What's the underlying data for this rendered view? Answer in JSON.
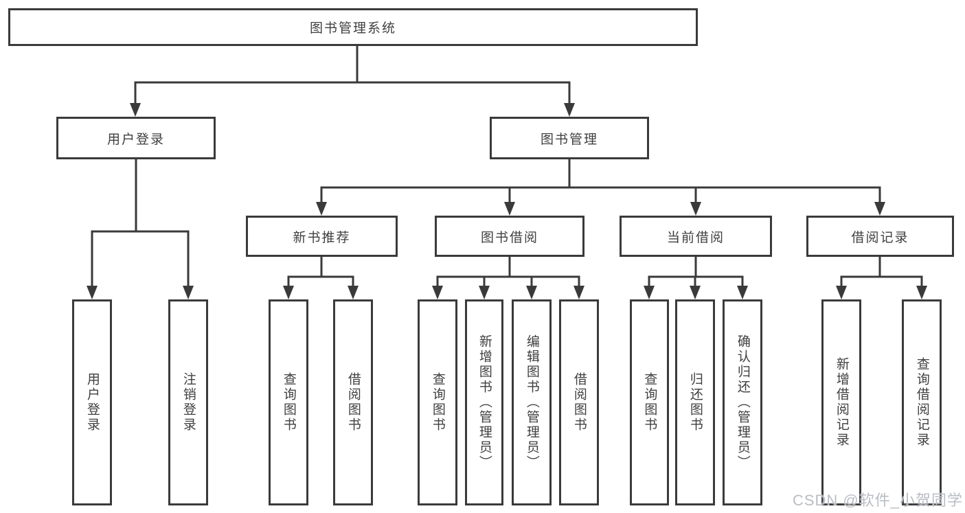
{
  "diagram": {
    "tree": {
      "label": "图书管理系统",
      "children": [
        {
          "label": "用户登录",
          "children": [
            {
              "label": "用户登录"
            },
            {
              "label": "注销登录"
            }
          ]
        },
        {
          "label": "图书管理",
          "children": [
            {
              "label": "新书推荐",
              "children": [
                {
                  "label": "查询图书"
                },
                {
                  "label": "借阅图书"
                }
              ]
            },
            {
              "label": "图书借阅",
              "children": [
                {
                  "label": "查询图书"
                },
                {
                  "label": "新增图书（管理员）"
                },
                {
                  "label": "编辑图书（管理员）"
                },
                {
                  "label": "借阅图书"
                }
              ]
            },
            {
              "label": "当前借阅",
              "children": [
                {
                  "label": "查询图书"
                },
                {
                  "label": "归还图书"
                },
                {
                  "label": "确认归还（管理员）"
                }
              ]
            },
            {
              "label": "借阅记录",
              "children": [
                {
                  "label": "新增借阅记录"
                },
                {
                  "label": "查询借阅记录"
                }
              ]
            }
          ]
        }
      ]
    },
    "colors": {
      "line": "#3a3a3a",
      "text": "#3f3f3f",
      "watermark": "#b9bdc4"
    }
  },
  "watermark": {
    "text": "CSDN @软件_小贺同学"
  }
}
